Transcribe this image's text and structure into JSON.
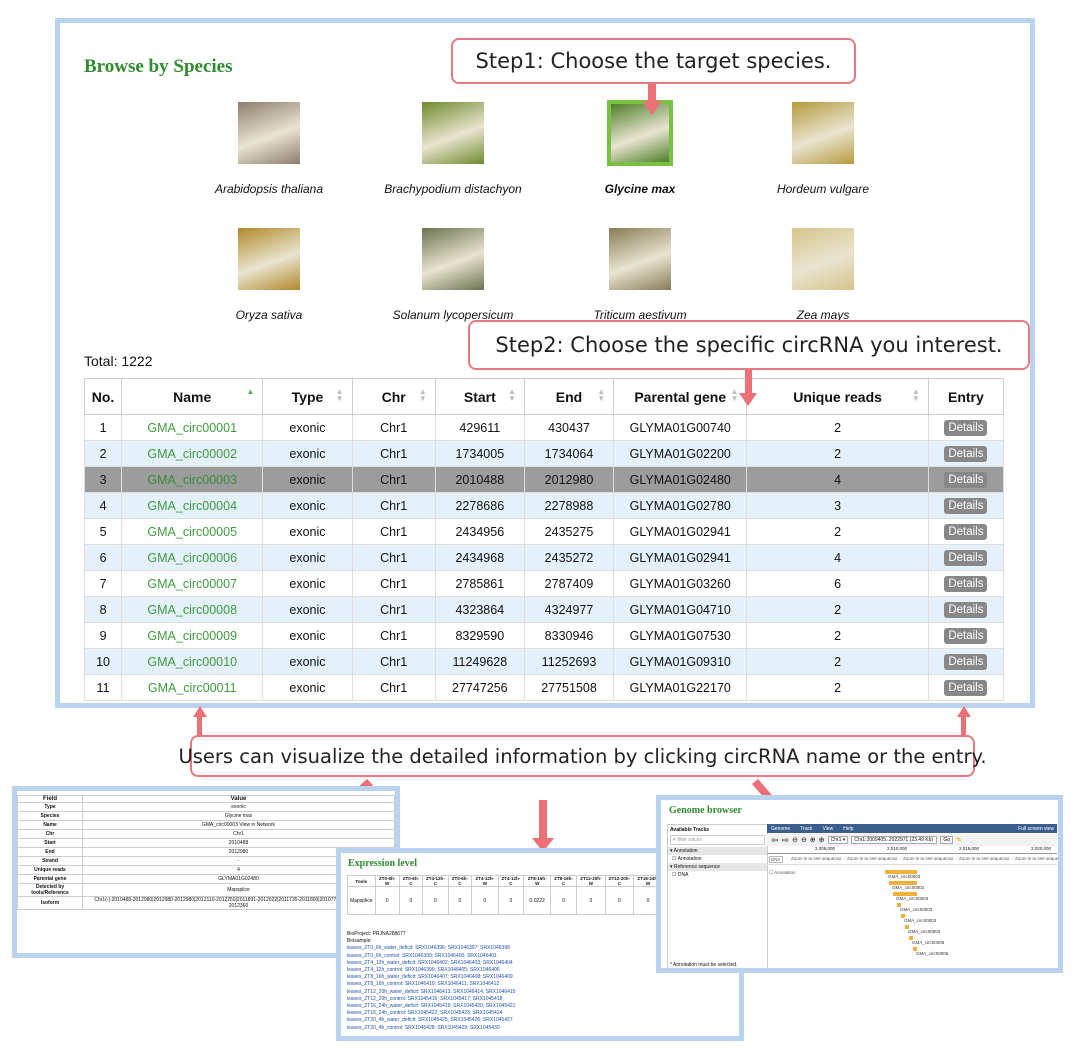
{
  "main": {
    "title": "Browse by Species",
    "species": [
      {
        "name": "Arabidopsis thaliana",
        "selected": false,
        "color": "#8b7e6c"
      },
      {
        "name": "Brachypodium distachyon",
        "selected": false,
        "color": "#6f8a2c"
      },
      {
        "name": "Glycine max",
        "selected": true,
        "color": "#4f7f2a"
      },
      {
        "name": "Hordeum vulgare",
        "selected": false,
        "color": "#b59a3d"
      },
      {
        "name": "Oryza sativa",
        "selected": false,
        "color": "#b0892a"
      },
      {
        "name": "Solanum lycopersicum",
        "selected": false,
        "color": "#6b7350"
      },
      {
        "name": "Triticum aestivum",
        "selected": false,
        "color": "#867c55"
      },
      {
        "name": "Zea mays",
        "selected": false,
        "color": "#d6c48a"
      }
    ],
    "total_label": "Total: 1222",
    "table": {
      "headers": [
        "No.",
        "Name",
        "Type",
        "Chr",
        "Start",
        "End",
        "Parental gene",
        "Unique reads",
        "Entry"
      ],
      "button_label": "Details",
      "rows": [
        [
          "1",
          "GMA_circ00001",
          "exonic",
          "Chr1",
          "429611",
          "430437",
          "GLYMA01G00740",
          "2"
        ],
        [
          "2",
          "GMA_circ00002",
          "exonic",
          "Chr1",
          "1734005",
          "1734064",
          "GLYMA01G02200",
          "2"
        ],
        [
          "3",
          "GMA_circ00003",
          "exonic",
          "Chr1",
          "2010488",
          "2012980",
          "GLYMA01G02480",
          "4"
        ],
        [
          "4",
          "GMA_circ00004",
          "exonic",
          "Chr1",
          "2278686",
          "2278988",
          "GLYMA01G02780",
          "3"
        ],
        [
          "5",
          "GMA_circ00005",
          "exonic",
          "Chr1",
          "2434956",
          "2435275",
          "GLYMA01G02941",
          "2"
        ],
        [
          "6",
          "GMA_circ00006",
          "exonic",
          "Chr1",
          "2434968",
          "2435272",
          "GLYMA01G02941",
          "4"
        ],
        [
          "7",
          "GMA_circ00007",
          "exonic",
          "Chr1",
          "2785861",
          "2787409",
          "GLYMA01G03260",
          "6"
        ],
        [
          "8",
          "GMA_circ00008",
          "exonic",
          "Chr1",
          "4323864",
          "4324977",
          "GLYMA01G04710",
          "2"
        ],
        [
          "9",
          "GMA_circ00009",
          "exonic",
          "Chr1",
          "8329590",
          "8330946",
          "GLYMA01G07530",
          "2"
        ],
        [
          "10",
          "GMA_circ00010",
          "exonic",
          "Chr1",
          "11249628",
          "11252693",
          "GLYMA01G09310",
          "2"
        ],
        [
          "11",
          "GMA_circ00011",
          "exonic",
          "Chr1",
          "27747256",
          "27751508",
          "GLYMA01G22170",
          "2"
        ]
      ],
      "selected_row": 2
    }
  },
  "callouts": {
    "step1": "Step1: Choose the target species.",
    "step2": "Step2: Choose the specific circRNA you interest.",
    "users": "Users can visualize the detailed information by clicking circRNA name or the entry."
  },
  "detail_panel": {
    "headers": [
      "Field",
      "Value"
    ],
    "rows": [
      [
        "Type",
        "exonic"
      ],
      [
        "Species",
        "Glycine max"
      ],
      [
        "Name",
        "GMA_circ00003  View in Network"
      ],
      [
        "Chr",
        "Chr1"
      ],
      [
        "Start",
        "2010488"
      ],
      [
        "End",
        "2012980"
      ],
      [
        "Strand",
        "-"
      ],
      [
        "Unique reads",
        "4"
      ],
      [
        "Parental gene",
        "GLYMA01G02480"
      ],
      [
        "Detected by tools/Reference",
        "Mapsplice"
      ],
      [
        "Isoform",
        "Chr1(-):2010488-2012980|2012980-2012980|2012110-2012259|2011891-2012022|2011735-2011800|2010779-2010841|2010031-2012360"
      ]
    ]
  },
  "expression_panel": {
    "title": "Expression level",
    "columns": [
      "Tools",
      "ZT0-6h-W",
      "ZT0-6h-C",
      "ZT4-12h-C",
      "ZT0-6h-C",
      "ZT4-12h-W",
      "ZT4-12h-C",
      "ZT8-16h-W",
      "ZT8-16h-C",
      "ZT12-20h-W",
      "ZT12-20h-C",
      "ZT16-24h-W"
    ],
    "tool": "Mapsplice",
    "values": [
      "0",
      "0",
      "0",
      "0",
      "0",
      "0",
      "0.0222",
      "0",
      "0",
      "0",
      "0"
    ],
    "bioproject": "BioProject: PRJNA288677",
    "biosample_label": "Biosample:",
    "samples": [
      "leaves_ZT0_6h_water_deficit: SRX1046396; SRX1046397; SRX1046398",
      "leaves_ZT0_6h_control: SRX1046399; SRX1046400; SRX1046401",
      "leaves_ZT4_12h_water_deficit: SRX1046402; SRX1046403; SRX1046404",
      "leaves_ZT4_12h_control: SRX1046399; SRX1046405; SRX1046406",
      "leaves_ZT8_16h_water_deficit: SRX1046407; SRX1046408; SRX1046409",
      "leaves_ZT8_16h_control: SRX1046410; SRX1046411; SRX1046412",
      "leaves_ZT12_20h_water_deficit: SRX1046413; SRX1046414; SRX1046415",
      "leaves_ZT12_20h_control: SRX1045416; SRX1045417; SRX1045418",
      "leaves_ZT16_24h_water_deficit: SRX1045419; SRX1045420; SRX1045421",
      "leaves_ZT16_24h_control: SRX1045422; SRX1045423; SRX1045424",
      "leaves_ZT20_4h_water_deficit: SRX1045425; SRX1045426; SRX1045427",
      "leaves_ZT20_4h_control: SRX1045428; SRX1045429; SRX1045430"
    ]
  },
  "genome_panel": {
    "title": "Genome browser",
    "available_tracks": "Available Tracks",
    "filter_placeholder": "filter tracks",
    "annotation_group": "Annotation",
    "annotation_item": "Annotation",
    "reference_group": "Reference sequence",
    "dna_item": "DNA",
    "menu": [
      "Genome",
      "Track",
      "View",
      "Help"
    ],
    "full_screen": "Full screen view",
    "locus": "Chr1:2009405..2022971 (23.49 Kb)",
    "go": "Go",
    "chrom": "Chr1",
    "ticks": [
      "2,005,000",
      "2,010,000",
      "2,015,000",
      "2,020,000"
    ],
    "zoom_text": "Zoom in to see sequence",
    "features": [
      "GMA_circ00003",
      "GMA_circ00002",
      "GMA_circ00003",
      "GMA_circ00003",
      "GMA_circ00003",
      "GMA_circ00003",
      "GMA_circ00005",
      "GMA_circ00005"
    ],
    "footnote": "* Annotation must be selected."
  }
}
